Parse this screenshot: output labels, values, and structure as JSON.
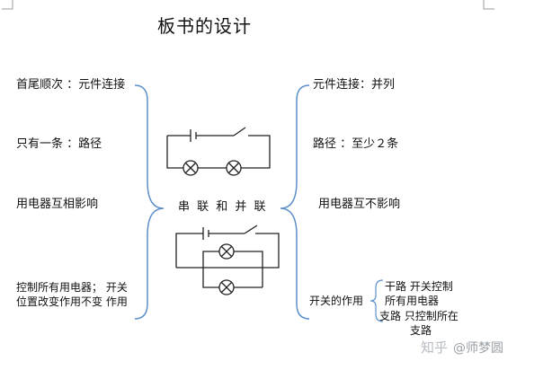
{
  "title": "板书的设计",
  "left": {
    "row1": "首尾顺次 ：元件连接",
    "row2": "只有一条 ：路径",
    "row3": "用电器互相影响",
    "row4_line1": "控制所有用电器；   开关",
    "row4_line2": "位置改变作用不变   作用"
  },
  "center_label": "串 联 和 并 联",
  "right": {
    "row1": "元件连接：并列",
    "row2": "路径 ：至少２条",
    "row3": "用电器互不影响",
    "switch_label": "开关的作用",
    "branch1_line1": "干路    开关控制",
    "branch1_line2": "所有用电器",
    "branch2_line1": "支路   只控制所在",
    "branch2_line2": "支路"
  },
  "watermark": {
    "logo": "知乎",
    "text": "@师梦圆"
  }
}
